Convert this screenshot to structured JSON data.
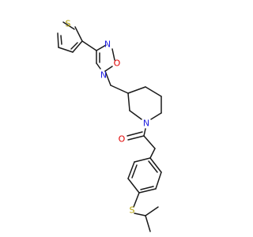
{
  "colors": {
    "background": "#ffffff",
    "bond": "#1a1a1a",
    "sulfur": "#b3a100",
    "oxygen": "#e00000",
    "nitrogen": "#2020e0"
  },
  "atoms": [
    {
      "id": "S1",
      "label": "S",
      "element": "sulfur"
    },
    {
      "id": "N1",
      "label": "N",
      "element": "nitrogen"
    },
    {
      "id": "O1",
      "label": "O",
      "element": "oxygen"
    },
    {
      "id": "N2",
      "label": "N",
      "element": "nitrogen"
    },
    {
      "id": "N3",
      "label": "N",
      "element": "nitrogen"
    },
    {
      "id": "O2",
      "label": "O",
      "element": "oxygen"
    },
    {
      "id": "S2",
      "label": "S",
      "element": "sulfur"
    }
  ]
}
